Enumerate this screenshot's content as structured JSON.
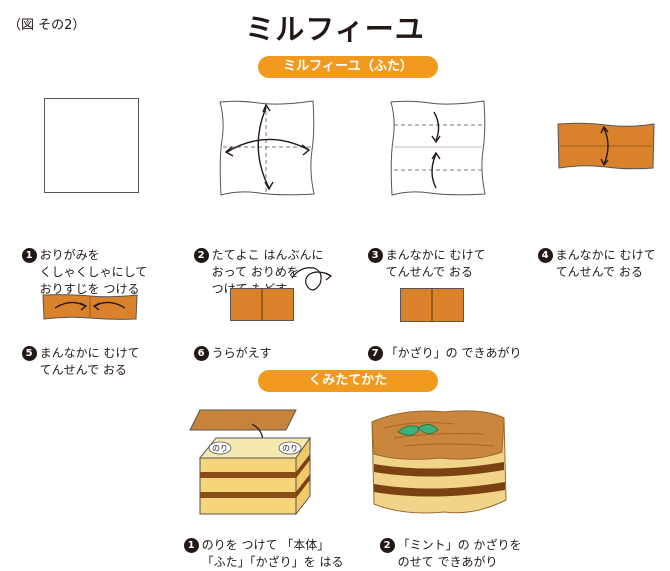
{
  "figure_label": "（図 その2）",
  "title": "ミルフィーユ",
  "section_lid": "ミルフィーユ（ふた）",
  "section_assembly": "くみたてかた",
  "colors": {
    "accent": "#f29a1f",
    "paper_brown": "#d9822b",
    "cake_cream": "#f6d47a",
    "number_circle": "#231815"
  },
  "steps": [
    {
      "number": "1",
      "text": "おりがみを\nくしゃくしゃにして\nおりすじを つける"
    },
    {
      "number": "2",
      "text": "たてよこ はんぶんに\nおって おりめを\nつけて もどす"
    },
    {
      "number": "3",
      "text": "まんなかに むけて\nてんせんで おる"
    },
    {
      "number": "4",
      "text": "まんなかに むけて\nてんせんで おる"
    },
    {
      "number": "5",
      "text": "まんなかに むけて\nてんせんで おる"
    },
    {
      "number": "6",
      "text": "うらがえす"
    },
    {
      "number": "7",
      "text": "「かざり」の できあがり"
    }
  ],
  "assembly_steps": [
    {
      "number": "1",
      "text": "のりを つけて 「本体」\n「ふた」「かざり」を はる"
    },
    {
      "number": "2",
      "text": "「ミント」の かざりを\nのせて できあがり"
    }
  ],
  "glue_label": "のり"
}
